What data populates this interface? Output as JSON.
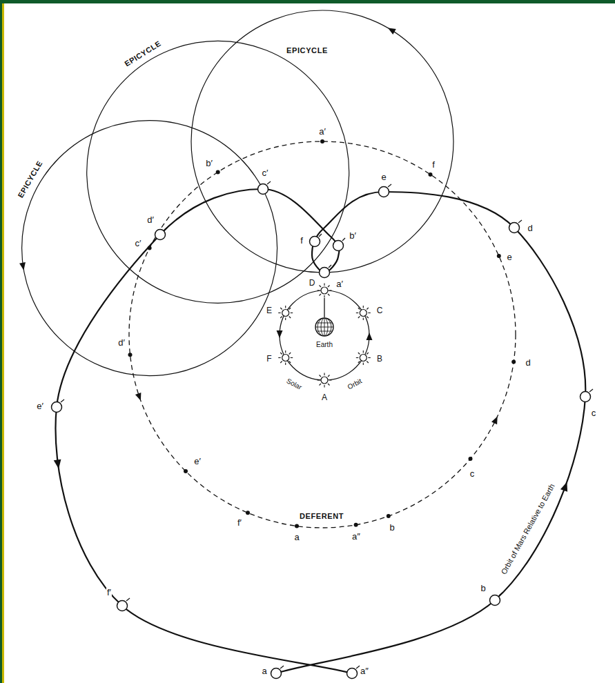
{
  "diagram": {
    "labels": [
      "EPICYCLE",
      "EPICYCLE",
      "EPICYCLE",
      "a′",
      "b′",
      "c′",
      "e",
      "f",
      "d′",
      "d",
      "f",
      "b′",
      "e",
      "a′",
      "D",
      "E",
      "C",
      "Earth",
      "F",
      "B",
      "c′",
      "d",
      "d′",
      "Solar",
      "Orbit",
      "A",
      "e′",
      "c",
      "e′",
      "c",
      "f′",
      "a",
      "DEFERENT",
      "a″",
      "b",
      "f′",
      "b",
      "Orbit of Mars Relative to Earth",
      "a",
      "a″"
    ]
  }
}
